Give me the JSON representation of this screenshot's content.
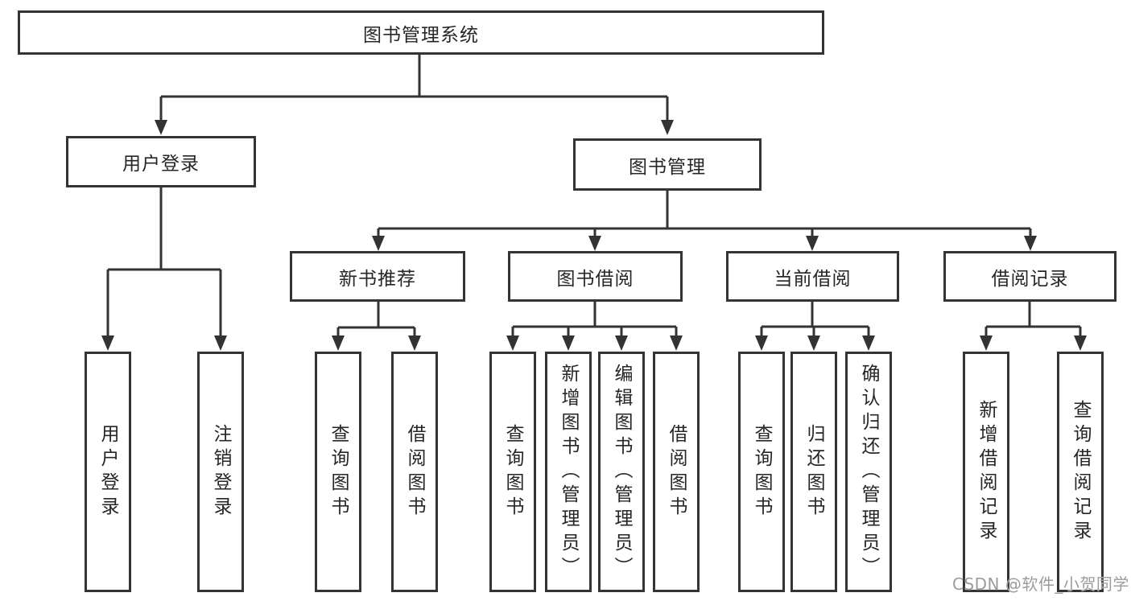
{
  "tree": {
    "root": {
      "label": "图书管理系统"
    },
    "branches": [
      {
        "label": "用户登录",
        "children": [
          {
            "label": "用户登录"
          },
          {
            "label": "注销登录"
          }
        ]
      },
      {
        "label": "图书管理",
        "children": [
          {
            "label": "新书推荐",
            "children": [
              {
                "label": "查询图书"
              },
              {
                "label": "借阅图书"
              }
            ]
          },
          {
            "label": "图书借阅",
            "children": [
              {
                "label": "查询图书"
              },
              {
                "label": "新增图书（管理员）"
              },
              {
                "label": "编辑图书（管理员）"
              },
              {
                "label": "借阅图书"
              }
            ]
          },
          {
            "label": "当前借阅",
            "children": [
              {
                "label": "查询图书"
              },
              {
                "label": "归还图书"
              },
              {
                "label": "确认归还（管理员）"
              }
            ]
          },
          {
            "label": "借阅记录",
            "children": [
              {
                "label": "新增借阅记录"
              },
              {
                "label": "查询借阅记录"
              }
            ]
          }
        ]
      }
    ]
  },
  "watermark": {
    "text": "CSDN @软件_小贺同学",
    "color": "#9c9c9c"
  },
  "colors": {
    "line": "#333333",
    "box_border": "#343434",
    "text": "#262626",
    "background": "#ffffff"
  }
}
